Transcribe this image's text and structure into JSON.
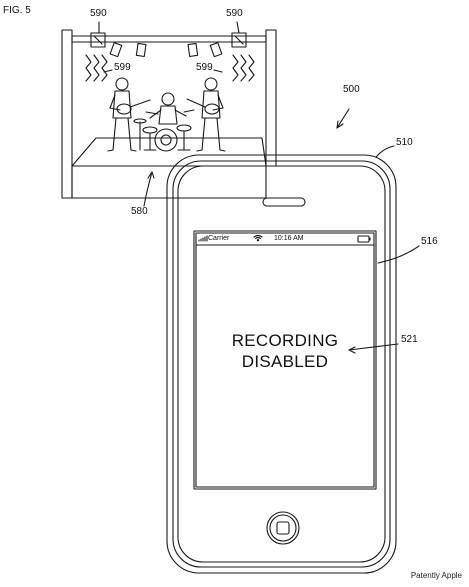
{
  "figure": {
    "title": "FIG. 5"
  },
  "reference_numerals": {
    "stage_light_left": "590",
    "stage_light_right": "590",
    "light_beams_left": "599",
    "light_beams_right": "599",
    "system": "500",
    "device": "510",
    "display": "516",
    "message": "521",
    "stage": "580"
  },
  "device_screen": {
    "status_carrier": "Carrier",
    "status_time": "10:16 AM",
    "message_line1": "RECORDING",
    "message_line2": "DISABLED"
  },
  "credit": "Patently Apple"
}
